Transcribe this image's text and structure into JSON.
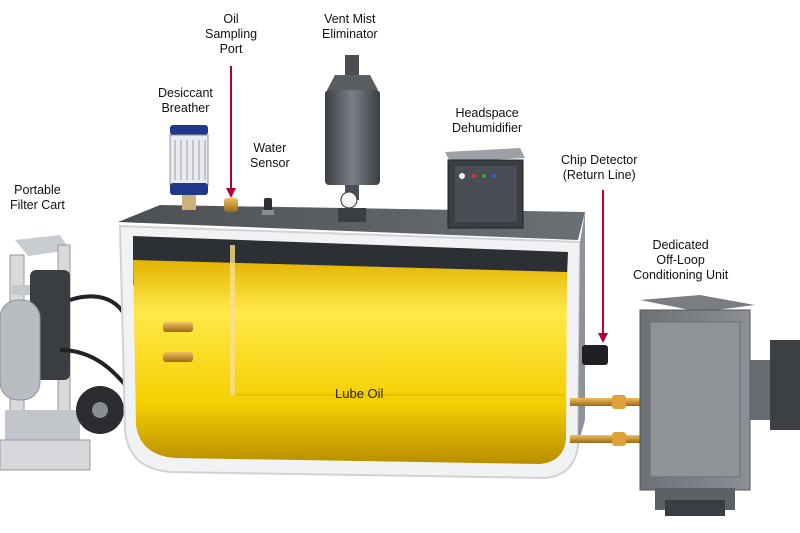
{
  "labels": {
    "portable_filter_cart": [
      "Portable",
      "Filter Cart"
    ],
    "desiccant_breather": [
      "Desiccant",
      "Breather"
    ],
    "oil_sampling_port": [
      "Oil",
      "Sampling",
      "Port"
    ],
    "water_sensor": [
      "Water",
      "Sensor"
    ],
    "vent_mist_eliminator": [
      "Vent Mist",
      "Eliminator"
    ],
    "headspace_dehumidifier": [
      "Headspace",
      "Dehumidifier"
    ],
    "chip_detector": [
      "Chip Detector",
      "(Return Line)"
    ],
    "conditioning_unit": [
      "Dedicated",
      "Off-Loop",
      "Conditioning Unit"
    ],
    "lube_oil": "Lube Oil"
  },
  "colors": {
    "oil": "#f2cc00",
    "oil_light": "#ffe23a",
    "tank_top": "#5d6166",
    "tank_shell": "#e9ecef",
    "pointer": "#b0003a",
    "brass": "#c8902a"
  }
}
